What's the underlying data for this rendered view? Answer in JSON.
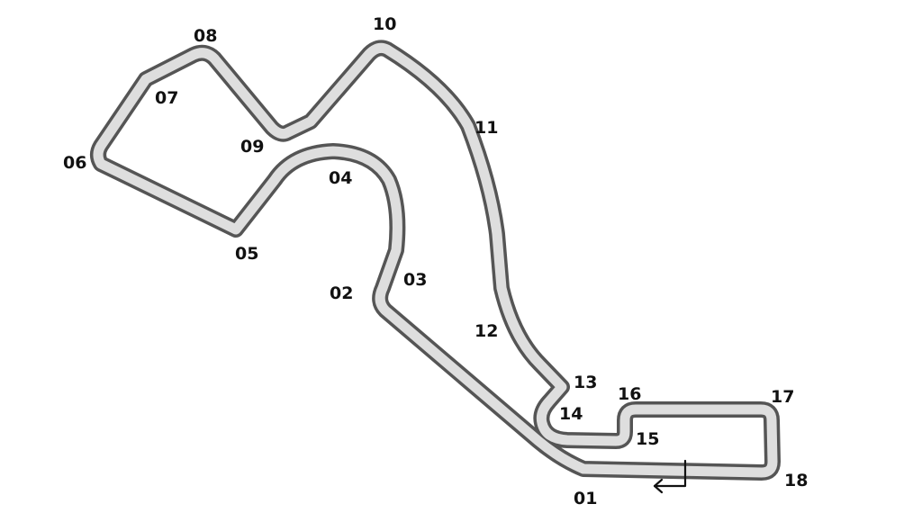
{
  "map": {
    "colors": {
      "track_outline": "#555555",
      "track_surface": "#dedede",
      "background": "#ffffff",
      "labels": "#111111",
      "start_arrow": "#111111"
    },
    "start_finish": {
      "icon": "start-finish-arrow-icon",
      "direction": "left"
    },
    "turns": [
      {
        "id": "turn-01",
        "label": "01"
      },
      {
        "id": "turn-02",
        "label": "02"
      },
      {
        "id": "turn-03",
        "label": "03"
      },
      {
        "id": "turn-04",
        "label": "04"
      },
      {
        "id": "turn-05",
        "label": "05"
      },
      {
        "id": "turn-06",
        "label": "06"
      },
      {
        "id": "turn-07",
        "label": "07"
      },
      {
        "id": "turn-08",
        "label": "08"
      },
      {
        "id": "turn-09",
        "label": "09"
      },
      {
        "id": "turn-10",
        "label": "10"
      },
      {
        "id": "turn-11",
        "label": "11"
      },
      {
        "id": "turn-12",
        "label": "12"
      },
      {
        "id": "turn-13",
        "label": "13"
      },
      {
        "id": "turn-14",
        "label": "14"
      },
      {
        "id": "turn-15",
        "label": "15"
      },
      {
        "id": "turn-16",
        "label": "16"
      },
      {
        "id": "turn-17",
        "label": "17"
      },
      {
        "id": "turn-18",
        "label": "18"
      }
    ]
  }
}
